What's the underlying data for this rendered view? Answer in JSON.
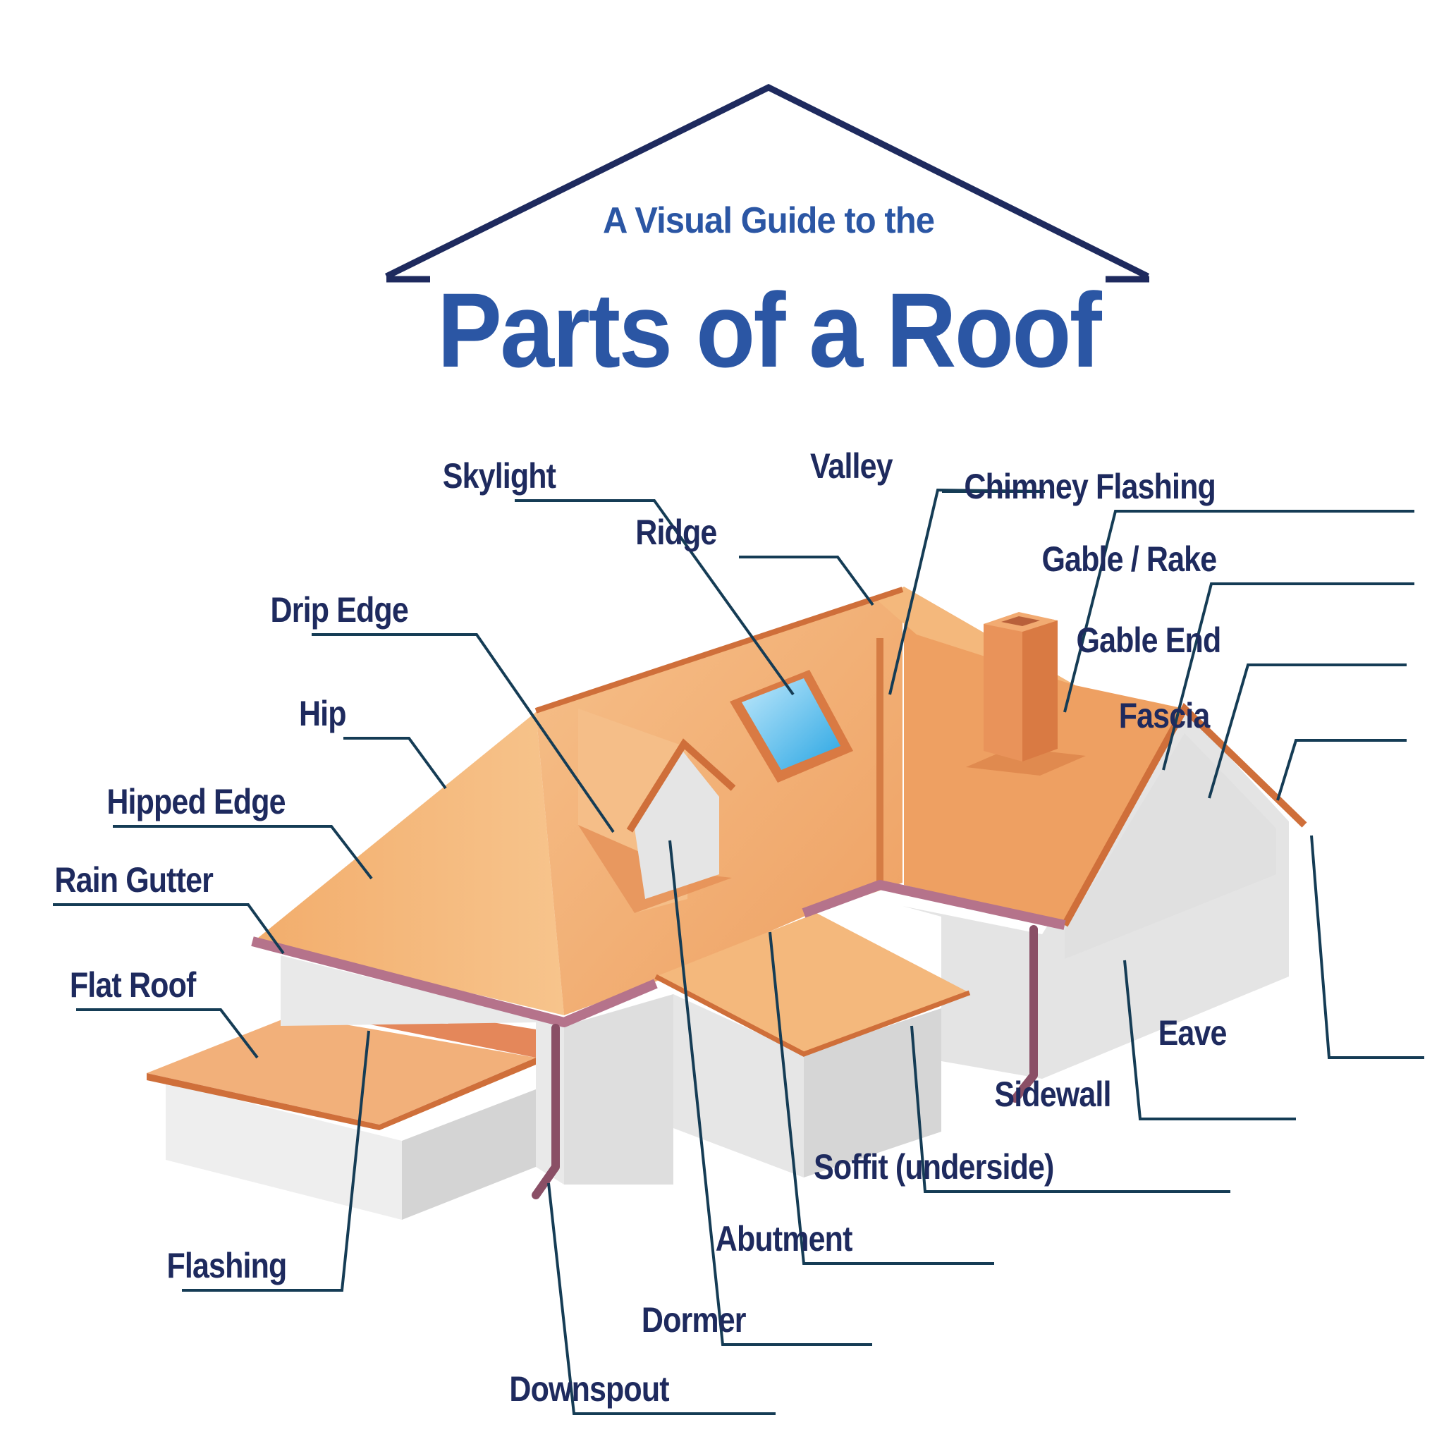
{
  "header": {
    "subtitle": "A Visual Guide to the",
    "title": "Parts of a Roof"
  },
  "colors": {
    "navy": "#1e2a5e",
    "title_blue": "#2b56a4",
    "leader_line": "#153c55",
    "roof_light": "#f6bf85",
    "roof_mid": "#f0a866",
    "roof_dark": "#e08a4f",
    "roof_trim": "#cf6f3a",
    "wall_light": "#eeeeee",
    "wall_mid": "#e2e2e2",
    "wall_dark": "#d2d2d2",
    "gutter": "#b5738b",
    "downspout": "#8a4f66",
    "glass": "#4cb6e8"
  },
  "labels": {
    "skylight": "Skylight",
    "valley": "Valley",
    "chimney_flashing": "Chimney Flashing",
    "ridge": "Ridge",
    "gable_rake": "Gable / Rake",
    "drip_edge": "Drip Edge",
    "gable_end": "Gable End",
    "hip": "Hip",
    "fascia": "Fascia",
    "hipped_edge": "Hipped Edge",
    "rain_gutter": "Rain Gutter",
    "flat_roof": "Flat Roof",
    "eave": "Eave",
    "sidewall": "Sidewall",
    "soffit": "Soffit (underside)",
    "abutment": "Abutment",
    "flashing": "Flashing",
    "dormer": "Dormer",
    "downspout": "Downspout"
  }
}
